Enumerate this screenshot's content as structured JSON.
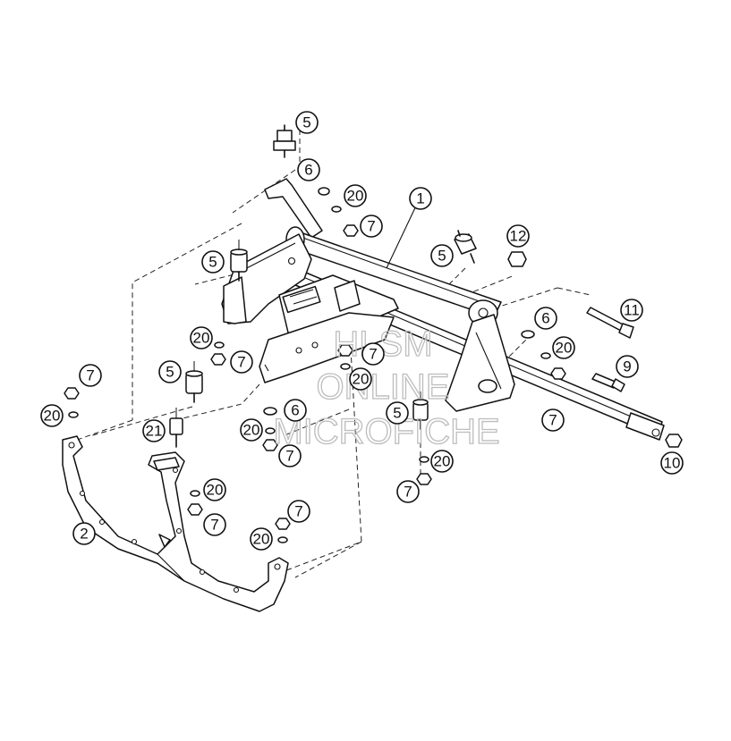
{
  "watermark": {
    "line1": "HLSM",
    "line2": "ONLINE",
    "line3": "MICROFICHE"
  },
  "callouts": [
    "1",
    "2",
    "5",
    "5",
    "5",
    "5",
    "5",
    "6",
    "6",
    "6",
    "7",
    "7",
    "7",
    "7",
    "7",
    "7",
    "7",
    "7",
    "7",
    "9",
    "10",
    "11",
    "12",
    "20",
    "20",
    "20",
    "20",
    "20",
    "20",
    "20",
    "20",
    "20",
    "21"
  ],
  "colors": {
    "line": "#111111",
    "background": "#ffffff",
    "watermark": "#bdbdbd"
  }
}
